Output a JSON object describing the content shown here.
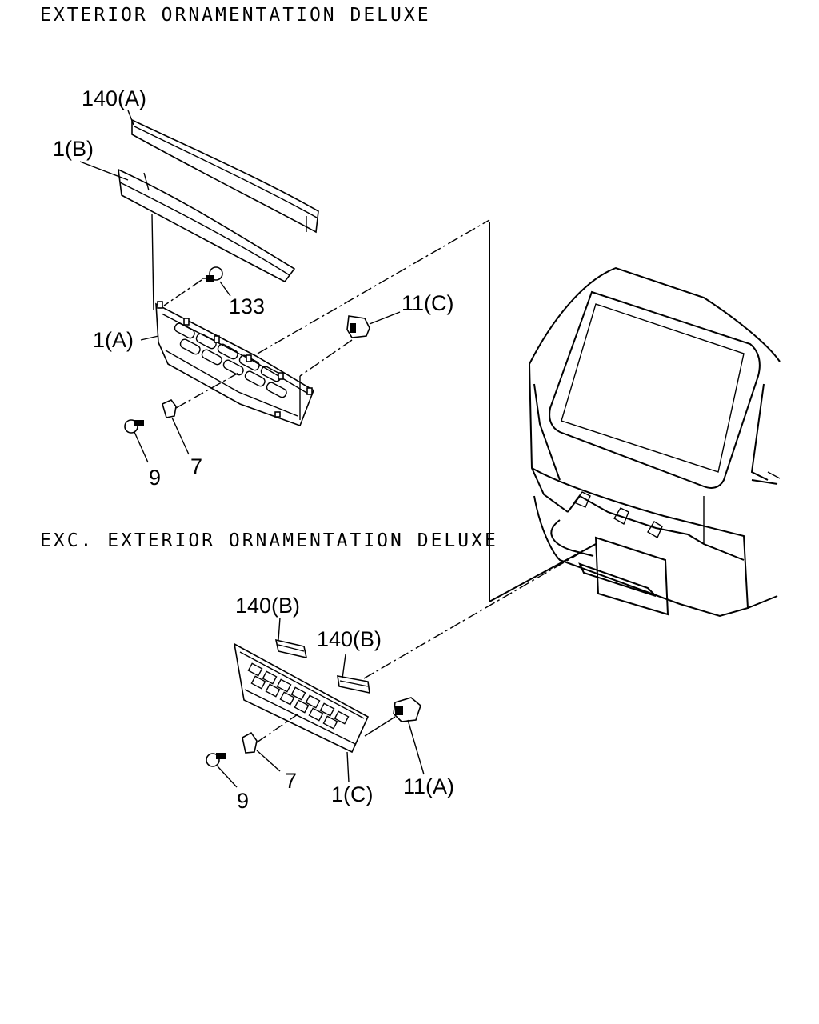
{
  "section_top": {
    "title": "EXTERIOR ORNAMENTATION DELUXE"
  },
  "section_bottom": {
    "title": "EXC. EXTERIOR ORNAMENTATION DELUXE"
  },
  "callouts": {
    "c140a": "140(A)",
    "c1b": "1(B)",
    "c133": "133",
    "c11c": "11(C)",
    "c1a": "1(A)",
    "c9_top": "9",
    "c7_top": "7",
    "c140b_1": "140(B)",
    "c140b_2": "140(B)",
    "c7_bottom": "7",
    "c9_bottom": "9",
    "c1c": "1(C)",
    "c11a": "11(A)"
  }
}
